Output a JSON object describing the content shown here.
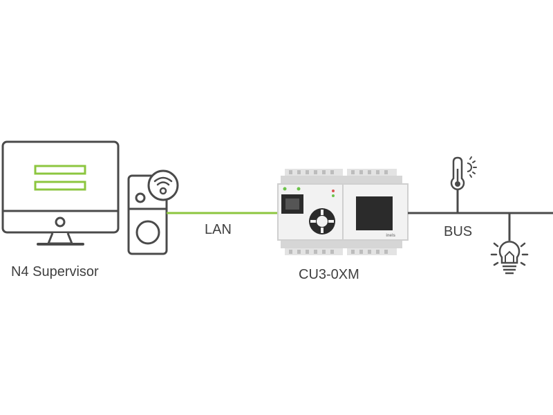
{
  "labels": {
    "supervisor": "N4 Supervisor",
    "lan": "LAN",
    "controller": "CU3-0XM",
    "bus": "BUS"
  },
  "device_brand": "inels",
  "colors": {
    "line_dark": "#4a4a4a",
    "lan_green": "#8cc63f",
    "screen_green": "#8cc63f",
    "module_grey": "#e3e3e3",
    "module_dark": "#2b2b2b",
    "led_green": "#6cc24a",
    "led_red": "#d9534f"
  },
  "icons": [
    "monitor-icon",
    "router-icon",
    "wifi-icon",
    "controller-module-icon",
    "thermometer-icon",
    "sun-icon",
    "lightbulb-icon"
  ]
}
